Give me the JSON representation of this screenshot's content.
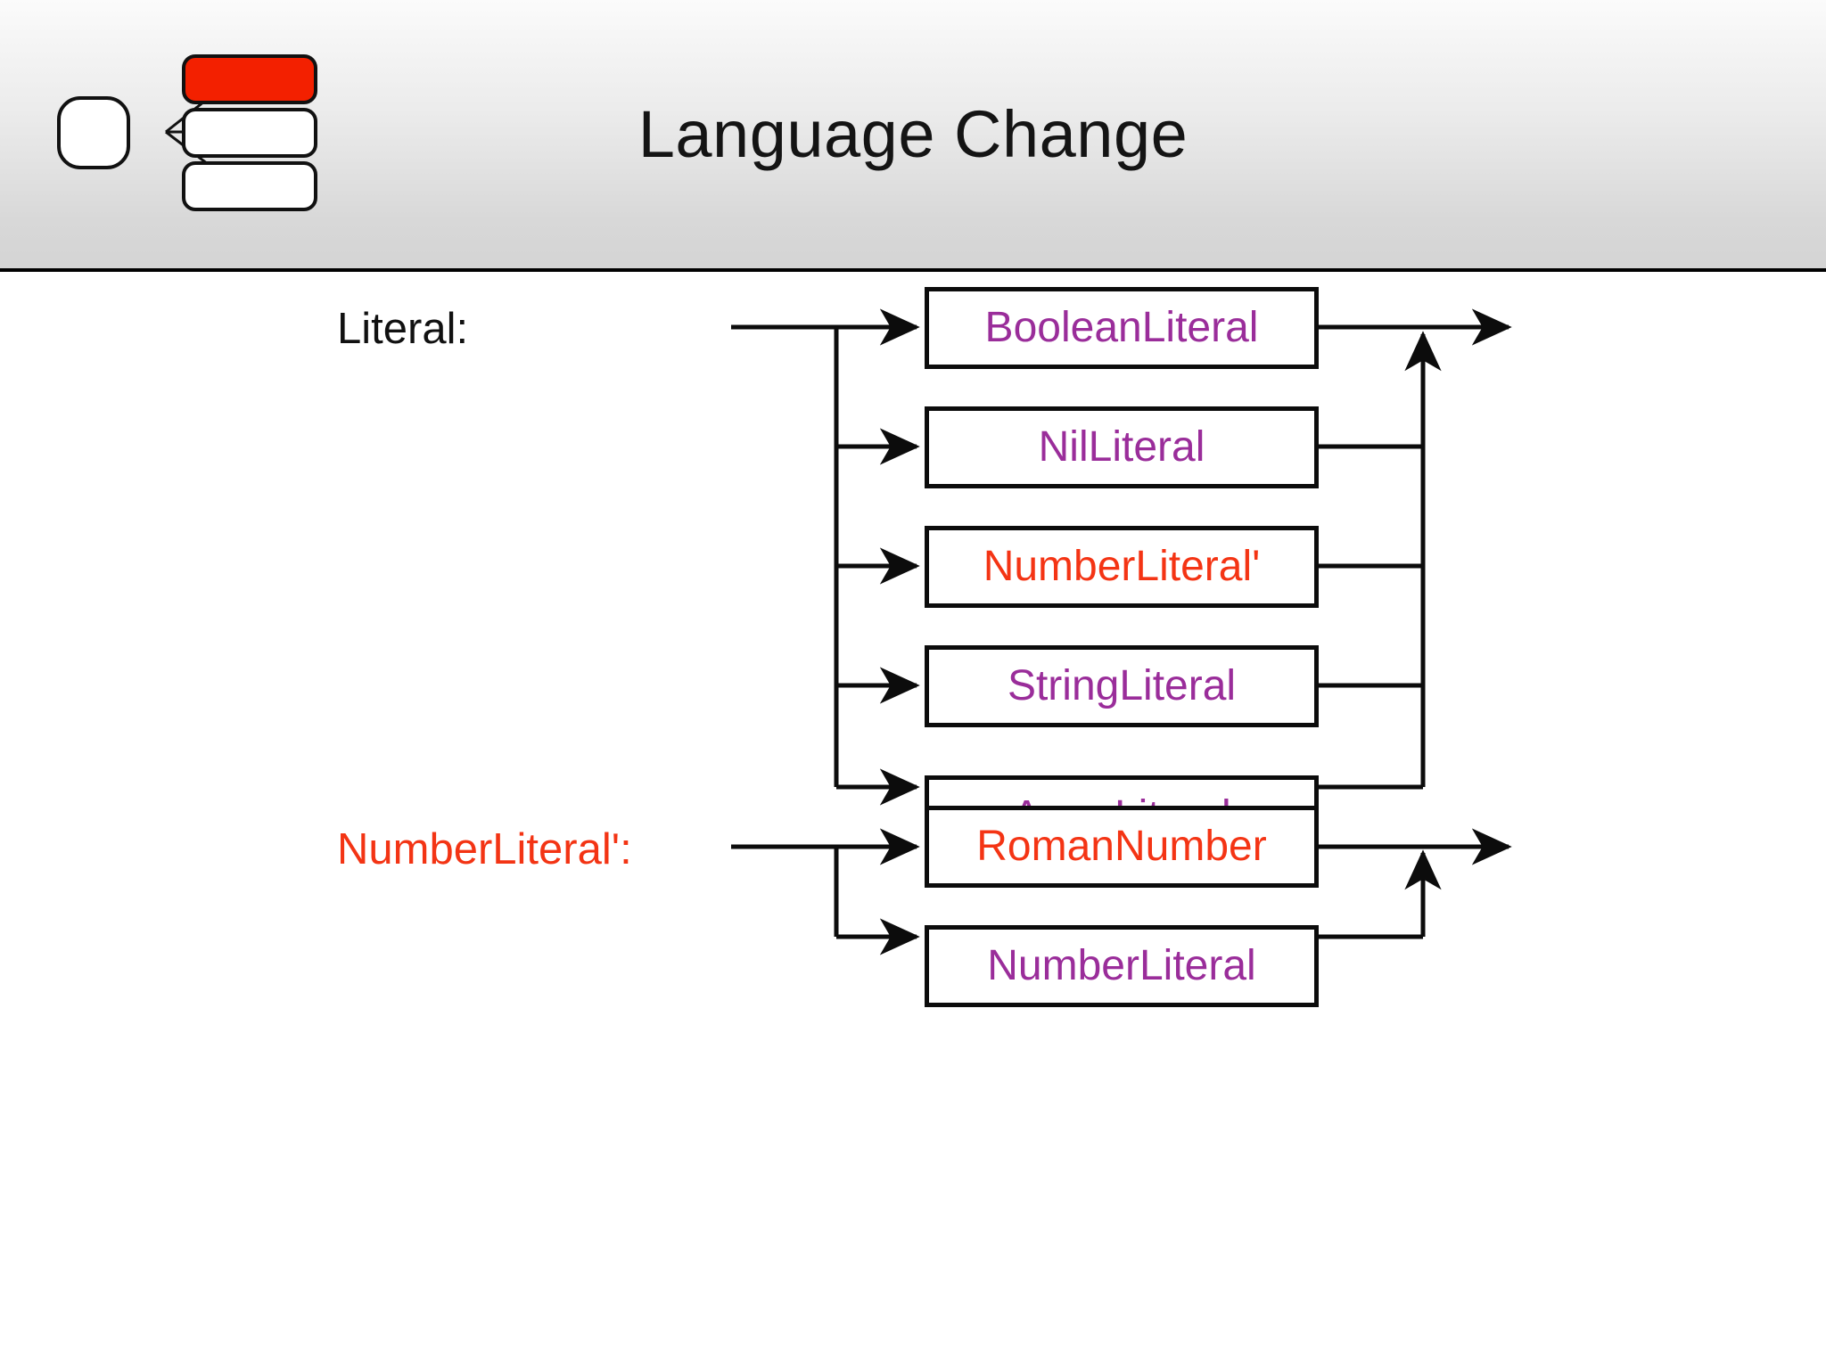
{
  "header": {
    "title": "Language Change",
    "logo_icon": "mindmap-icon",
    "logo_highlight_color": "#f32000"
  },
  "colors": {
    "nonterminal_purple": "#9a2d9a",
    "changed_red": "#f33414",
    "line_black": "#0c0c0c",
    "header_border": "#000000"
  },
  "diagram": {
    "type": "railroad-syntax-diagram",
    "rules": [
      {
        "name": "literal-rule",
        "label": "Literal:",
        "label_color": "black",
        "alternatives": [
          {
            "text": "BooleanLiteral",
            "color": "purple"
          },
          {
            "text": "NilLiteral",
            "color": "purple"
          },
          {
            "text": "NumberLiteral'",
            "color": "red"
          },
          {
            "text": "StringLiteral",
            "color": "purple"
          },
          {
            "text": "ArrayLiteral",
            "color": "purple"
          }
        ]
      },
      {
        "name": "numberliteral-prime-rule",
        "label": "NumberLiteral':",
        "label_color": "red",
        "alternatives": [
          {
            "text": "RomanNumber",
            "color": "red"
          },
          {
            "text": "NumberLiteral",
            "color": "purple"
          }
        ]
      }
    ]
  }
}
